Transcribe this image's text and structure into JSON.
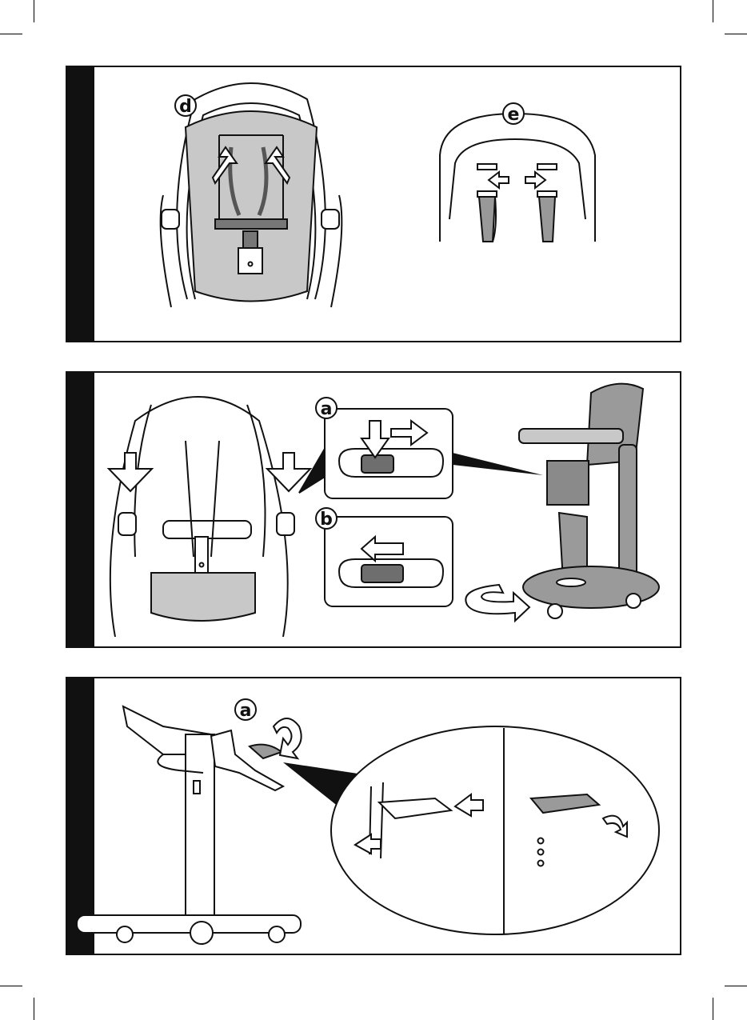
{
  "document": {
    "type": "instruction-manual-illustrations",
    "panels": [
      {
        "id": "panel-1",
        "callouts": {
          "d": "d",
          "e": "e"
        }
      },
      {
        "id": "panel-2",
        "callouts": {
          "a": "a",
          "b": "b"
        }
      },
      {
        "id": "panel-3",
        "callouts": {
          "a": "a"
        }
      }
    ]
  },
  "colors": {
    "ink": "#111111",
    "fill_gray": "#c8c8c8",
    "dark_gray": "#6e6e6e",
    "paper": "#ffffff"
  }
}
